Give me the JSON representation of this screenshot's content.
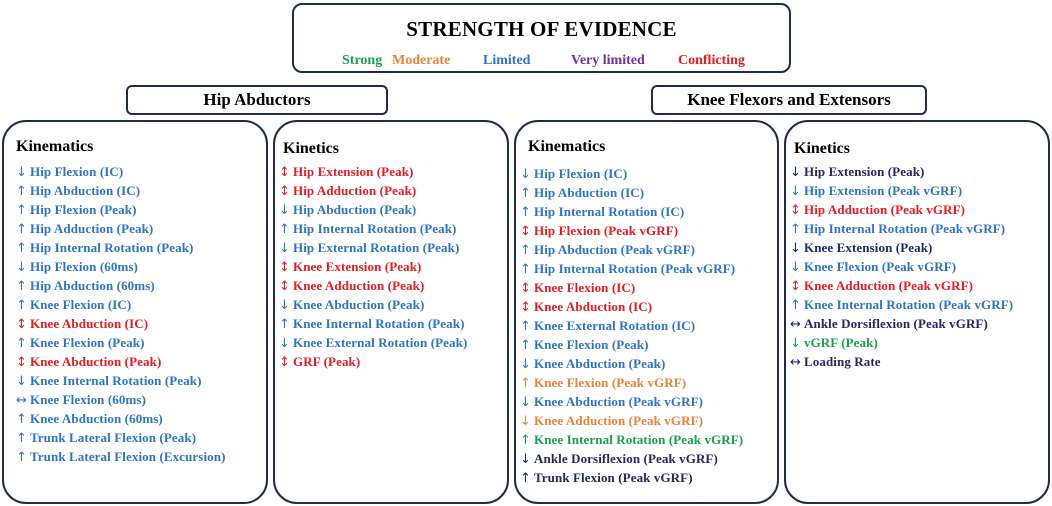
{
  "colors": {
    "strong": "#1a9e50",
    "moderate": "#e8833a",
    "limited": "#2e74c6",
    "very_limited": "#7030a0",
    "conflicting": "#e51c23",
    "other": "#1f2a64"
  },
  "legend": {
    "title": "STRENGTH OF EVIDENCE",
    "items": [
      {
        "label": "Strong",
        "color": "strong"
      },
      {
        "label": "Moderate",
        "color": "moderate"
      },
      {
        "label": "Limited",
        "color": "limited"
      },
      {
        "label": "Very limited",
        "color": "very_limited"
      },
      {
        "label": "Conflicting",
        "color": "conflicting"
      }
    ]
  },
  "headers": {
    "hip": "Hip Abductors",
    "knee": "Knee Flexors and Extensors"
  },
  "panels": [
    {
      "title": "Kinematics",
      "items": [
        {
          "arrow": "↓",
          "text": "Hip Flexion (IC)",
          "color": "limited"
        },
        {
          "arrow": "↑",
          "text": "Hip Abduction (IC)",
          "color": "limited"
        },
        {
          "arrow": "↑",
          "text": "Hip Flexion (Peak)",
          "color": "limited"
        },
        {
          "arrow": "↑",
          "text": "Hip Adduction (Peak)",
          "color": "limited"
        },
        {
          "arrow": "↑",
          "text": "Hip Internal Rotation (Peak)",
          "color": "limited"
        },
        {
          "arrow": "↓",
          "text": "Hip Flexion (60ms)",
          "color": "limited"
        },
        {
          "arrow": "↑",
          "text": "Hip Abduction (60ms)",
          "color": "limited"
        },
        {
          "arrow": "↑",
          "text": "Knee Flexion (IC)",
          "color": "limited"
        },
        {
          "arrow": "↕",
          "text": "Knee Abduction (IC)",
          "color": "conflicting"
        },
        {
          "arrow": "↑",
          "text": "Knee Flexion (Peak)",
          "color": "limited"
        },
        {
          "arrow": "↕",
          "text": "Knee Abduction (Peak)",
          "color": "conflicting"
        },
        {
          "arrow": "↓",
          "text": "Knee Internal Rotation (Peak)",
          "color": "limited"
        },
        {
          "arrow": "↔",
          "text": "Knee Flexion (60ms)",
          "color": "limited"
        },
        {
          "arrow": "↑",
          "text": "Knee Abduction (60ms)",
          "color": "limited"
        },
        {
          "arrow": "↑",
          "text": "Trunk Lateral Flexion (Peak)",
          "color": "limited"
        },
        {
          "arrow": "↑",
          "text": "Trunk Lateral Flexion (Excursion)",
          "color": "limited"
        }
      ]
    },
    {
      "title": "Kinetics",
      "items": [
        {
          "arrow": "↕",
          "text": "Hip Extension (Peak)",
          "color": "conflicting"
        },
        {
          "arrow": "↕",
          "text": "Hip Adduction (Peak)",
          "color": "conflicting"
        },
        {
          "arrow": "↓",
          "text": "Hip Abduction (Peak)",
          "color": "limited"
        },
        {
          "arrow": "↑",
          "text": "Hip Internal Rotation (Peak)",
          "color": "limited"
        },
        {
          "arrow": "↓",
          "text": "Hip External Rotation (Peak)",
          "color": "limited"
        },
        {
          "arrow": "↕",
          "text": "Knee Extension (Peak)",
          "color": "conflicting"
        },
        {
          "arrow": "↕",
          "text": "Knee Adduction (Peak)",
          "color": "conflicting"
        },
        {
          "arrow": "↓",
          "text": "Knee Abduction (Peak)",
          "color": "limited"
        },
        {
          "arrow": "↑",
          "text": "Knee Internal Rotation (Peak)",
          "color": "limited"
        },
        {
          "arrow": "↓",
          "text": "Knee External Rotation (Peak)",
          "color": "limited"
        },
        {
          "arrow": "↕",
          "text": "GRF (Peak)",
          "color": "conflicting"
        }
      ]
    },
    {
      "title": "Kinematics",
      "items": [
        {
          "arrow": "↓",
          "text": "Hip Flexion (IC)",
          "color": "limited"
        },
        {
          "arrow": "↑",
          "text": "Hip Abduction (IC)",
          "color": "limited"
        },
        {
          "arrow": "↑",
          "text": "Hip Internal Rotation (IC)",
          "color": "limited"
        },
        {
          "arrow": "↕",
          "text": "Hip Flexion (Peak vGRF)",
          "color": "conflicting"
        },
        {
          "arrow": "↑",
          "text": "Hip Abduction (Peak vGRF)",
          "color": "limited"
        },
        {
          "arrow": "↑",
          "text": "Hip Internal Rotation (Peak vGRF)",
          "color": "limited"
        },
        {
          "arrow": "↕",
          "text": "Knee Flexion (IC)",
          "color": "conflicting"
        },
        {
          "arrow": "↕",
          "text": "Knee Abduction (IC)",
          "color": "conflicting"
        },
        {
          "arrow": "↑",
          "text": "Knee External Rotation (IC)",
          "color": "limited"
        },
        {
          "arrow": "↑",
          "text": "Knee Flexion (Peak)",
          "color": "limited"
        },
        {
          "arrow": "↓",
          "text": "Knee Abduction (Peak)",
          "color": "limited"
        },
        {
          "arrow": "↑",
          "text": "Knee Flexion (Peak vGRF)",
          "color": "moderate"
        },
        {
          "arrow": "↓",
          "text": "Knee Abduction (Peak vGRF)",
          "color": "limited"
        },
        {
          "arrow": "↓",
          "text": "Knee Adduction (Peak vGRF)",
          "color": "moderate"
        },
        {
          "arrow": "↑",
          "text": "Knee Internal Rotation (Peak vGRF)",
          "color": "strong"
        },
        {
          "arrow": "↓",
          "text": "Ankle Dorsiflexion (Peak vGRF)",
          "color": "other"
        },
        {
          "arrow": "↑",
          "text": "Trunk Flexion (Peak vGRF)",
          "color": "other"
        }
      ]
    },
    {
      "title": "Kinetics",
      "items": [
        {
          "arrow": "↓",
          "text": "Hip Extension (Peak)",
          "color": "other"
        },
        {
          "arrow": "↓",
          "text": "Hip Extension (Peak vGRF)",
          "color": "limited"
        },
        {
          "arrow": "↕",
          "text": "Hip Adduction (Peak vGRF)",
          "color": "conflicting"
        },
        {
          "arrow": "↑",
          "text": "Hip Internal Rotation (Peak vGRF)",
          "color": "limited"
        },
        {
          "arrow": "↓",
          "text": "Knee Extension (Peak)",
          "color": "other"
        },
        {
          "arrow": "↓",
          "text": "Knee Flexion (Peak vGRF)",
          "color": "limited"
        },
        {
          "arrow": "↕",
          "text": "Knee Adduction (Peak vGRF)",
          "color": "conflicting"
        },
        {
          "arrow": "↑",
          "text": "Knee Internal Rotation (Peak vGRF)",
          "color": "limited"
        },
        {
          "arrow": "↔",
          "text": "Ankle Dorsiflexion (Peak vGRF)",
          "color": "other"
        },
        {
          "arrow": "↓",
          "text": "vGRF (Peak)",
          "color": "strong"
        },
        {
          "arrow": "↔",
          "text": "Loading Rate",
          "color": "other"
        }
      ]
    }
  ]
}
